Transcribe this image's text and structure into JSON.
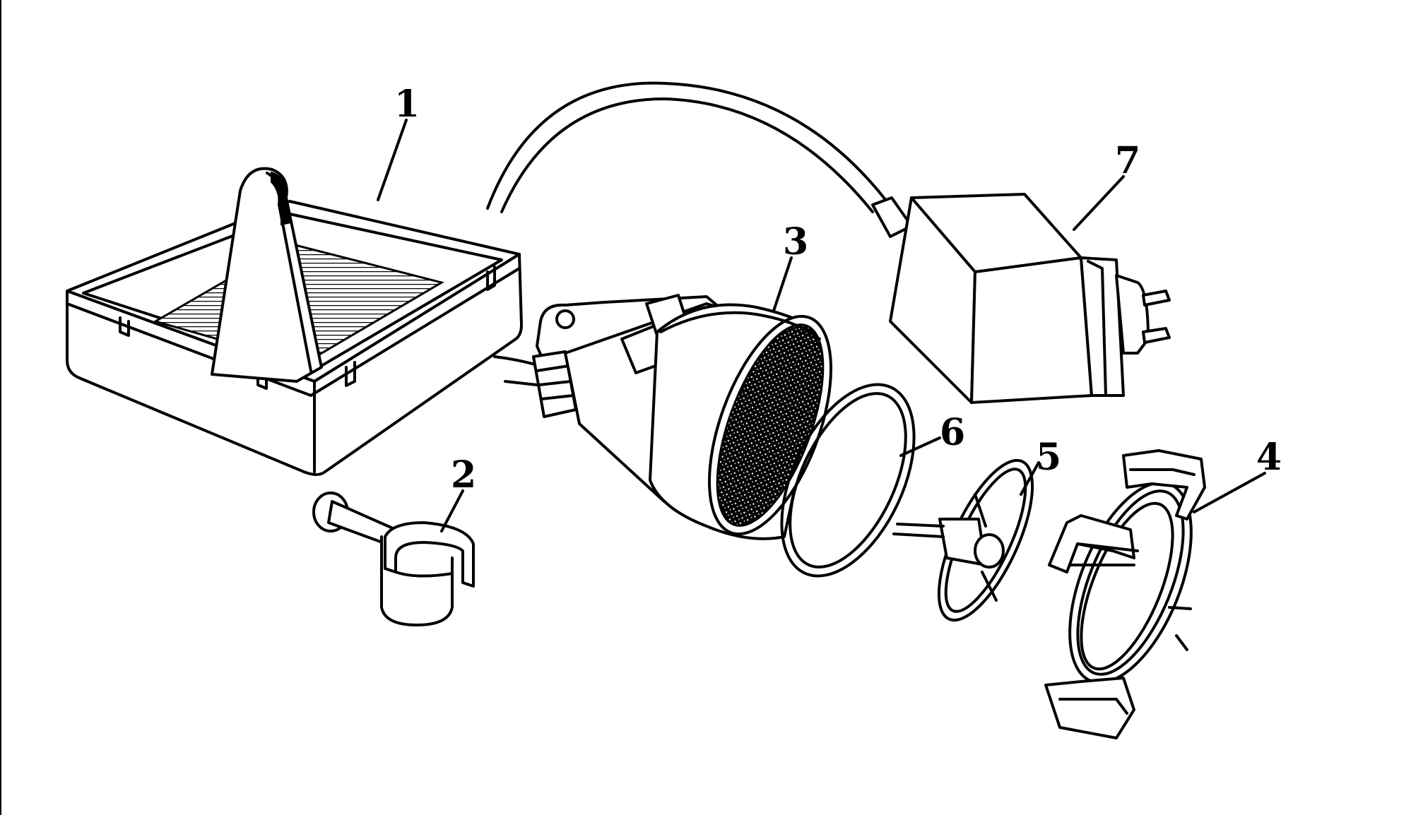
{
  "diagram": {
    "callouts": [
      {
        "id": "1",
        "text": "1",
        "part": "tray"
      },
      {
        "id": "2",
        "text": "2",
        "part": "clip"
      },
      {
        "id": "3",
        "text": "3",
        "part": "lamp-housing"
      },
      {
        "id": "4",
        "text": "4",
        "part": "bayonet-ring"
      },
      {
        "id": "5",
        "text": "5",
        "part": "reflector-bulb"
      },
      {
        "id": "6",
        "text": "6",
        "part": "seal-ring"
      },
      {
        "id": "7",
        "text": "7",
        "part": "power-adapter"
      }
    ]
  },
  "colors": {
    "line": "#000000",
    "background": "#ffffff"
  }
}
